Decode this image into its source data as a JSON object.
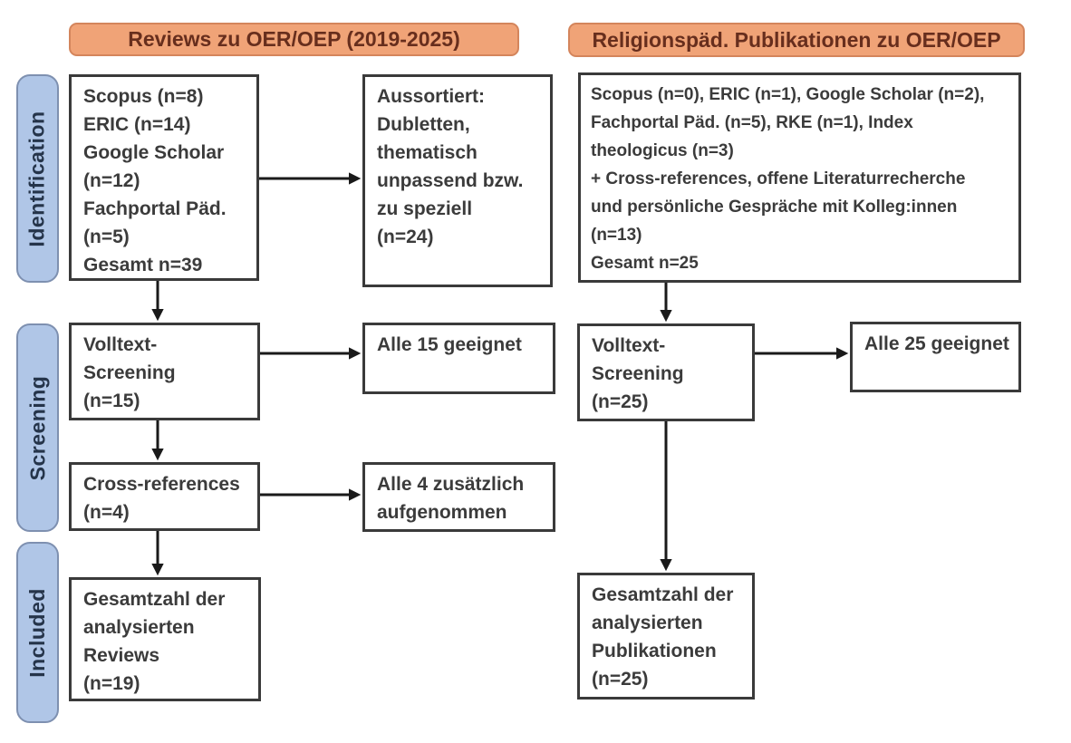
{
  "diagram": {
    "type": "prisma-flowchart",
    "language": "de"
  },
  "colors": {
    "header_fill": "#F0A377",
    "header_border": "#D4855C",
    "header_text": "#672E1D",
    "stage_fill": "#B0C6E7",
    "stage_border": "#7E90B0",
    "stage_text": "#25344A",
    "box_border": "#3A3A3A",
    "box_text": "#3B3B3B",
    "arrow": "#1A1A1A",
    "background": "#FFFFFF"
  },
  "headers": [
    {
      "id": "left",
      "label": "Reviews zu OER/OEP (2019-2025)"
    },
    {
      "id": "right",
      "label": "Religionspäd. Publikationen zu OER/OEP"
    }
  ],
  "stages": [
    {
      "id": "identification",
      "label": "Identification"
    },
    {
      "id": "screening",
      "label": "Screening"
    },
    {
      "id": "included",
      "label": "Included"
    }
  ],
  "boxes": {
    "left_sources": {
      "lines": [
        "Scopus (n=8)",
        "ERIC (n=14)",
        "Google Scholar",
        "(n=12)",
        "Fachportal Päd.",
        "(n=5)",
        "Gesamt n=39"
      ]
    },
    "left_excluded": {
      "lines": [
        "Aussortiert:",
        "Dubletten,",
        "thematisch",
        "unpassend bzw.",
        "zu speziell",
        "(n=24)"
      ]
    },
    "left_fulltext": {
      "lines": [
        "Volltext-",
        "Screening",
        "(n=15)"
      ]
    },
    "left_fulltext_result": {
      "lines": [
        "Alle 15 geeignet"
      ]
    },
    "left_crossref": {
      "lines": [
        "Cross-references",
        "(n=4)"
      ]
    },
    "left_crossref_result": {
      "lines": [
        "Alle 4 zusätzlich",
        "aufgenommen"
      ]
    },
    "left_included": {
      "lines": [
        "Gesamtzahl der",
        "analysierten",
        "Reviews",
        "(n=19)"
      ]
    },
    "right_sources": {
      "lines": [
        "Scopus (n=0), ERIC (n=1), Google Scholar (n=2),",
        "Fachportal Päd. (n=5), RKE (n=1), Index",
        "theologicus (n=3)",
        "+ Cross-references, offene Literaturrecherche",
        "und persönliche Gespräche mit Kolleg:innen",
        "(n=13)",
        "Gesamt n=25"
      ]
    },
    "right_fulltext": {
      "lines": [
        "Volltext-",
        "Screening",
        "(n=25)"
      ]
    },
    "right_fulltext_result": {
      "lines": [
        "Alle 25 geeignet"
      ]
    },
    "right_included": {
      "lines": [
        "Gesamtzahl der",
        "analysierten",
        "Publikationen",
        "(n=25)"
      ]
    }
  }
}
